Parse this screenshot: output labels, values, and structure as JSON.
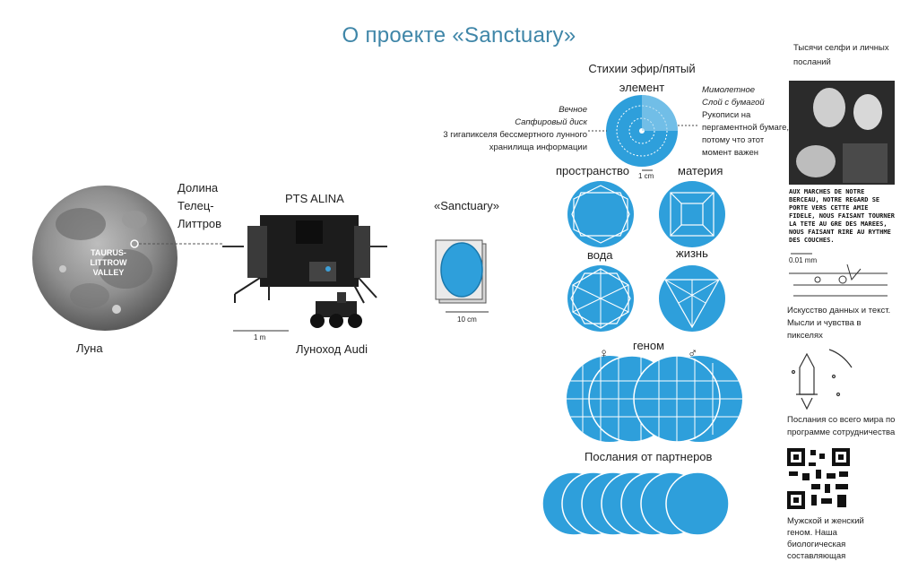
{
  "title": "О проекте «Sanctuary»",
  "moon": {
    "label": "Луна",
    "site": "TAURUS-LITTROW VALLEY",
    "valley_label": "Долина Телец-Литтров"
  },
  "lander": {
    "label": "PTS ALINA",
    "scale": "1 m",
    "rover_label": "Луноход Audi"
  },
  "sanctuary": {
    "label": "«Sanctuary»",
    "scale": "10 cm"
  },
  "elements": {
    "header": "Стихии эфир/пятый элемент",
    "eternal": {
      "heading": "Вечное",
      "subheading": "Сапфировый диск",
      "description": "3 гигапикселя бессмертного лунного хранилища информации"
    },
    "ephemeral": {
      "heading": "Мимолетное",
      "subheading": "Слой с бумагой",
      "description": "Рукописи на пергаментной бумаге, потому что этот момент важен"
    },
    "disk_scale": "1 cm",
    "space": "пространство",
    "matter": "материя",
    "water": "вода",
    "life": "жизнь",
    "genome": "геном",
    "female_symbol": "♀",
    "male_symbol": "♂",
    "partners": "Послания от партнеров"
  },
  "right_column": {
    "selfies": "Тысячи селфи и личных посланий",
    "photo_text": "AUX MARCHES DE NOTRE BERCEAU, NOTRE REGARD SE PORTE VERS CETTE AMIE FIDELE, NOUS FAISANT TOURNER LA TETE AU GRE DES MAREES, NOUS FAISANT RIRE AU RYTHME DES COUCHES.",
    "micro_scale": "0.01 mm",
    "data_art": "Искусство данных и текст. Мысли и чувства в пикселях",
    "messages": "Послания со всего мира по программе сотрудничества",
    "genome_text": "Мужской и женский геном. Наша биологическая составляющая"
  },
  "colors": {
    "accent": "#2e9fdb",
    "title": "#3f86a8",
    "moon": "#8a8a8a"
  }
}
